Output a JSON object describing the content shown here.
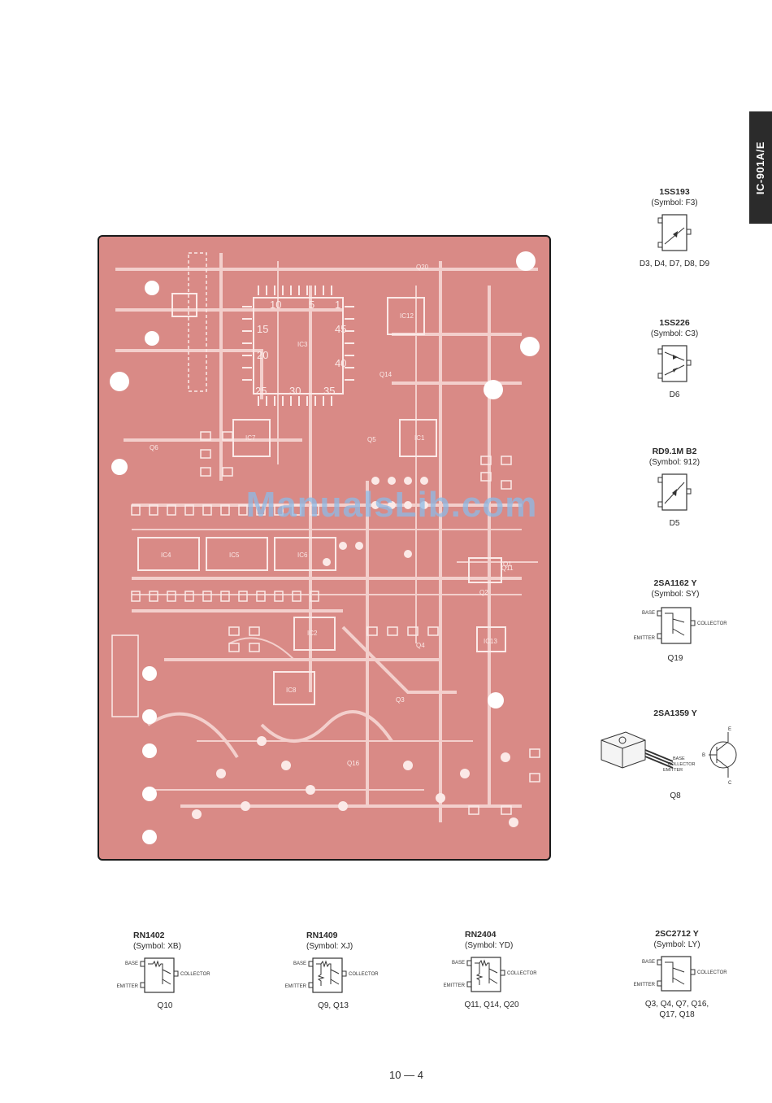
{
  "side_tab": "IC-901A/E",
  "watermark": "ManualsLib.com",
  "page_number": "10 — 4",
  "board_labels": {
    "ic_pin_10": "10",
    "ic_pin_5": "5",
    "ic_pin_1": "1",
    "ic_pin_15": "15",
    "ic_pin_20": "20",
    "ic_pin_45": "45",
    "ic_pin_40": "40",
    "ic_pin_25": "25",
    "ic_pin_30": "30",
    "ic_pin_35": "35",
    "ic3": "IC3",
    "ic4": "IC4",
    "ic5": "IC5",
    "ic6": "IC6",
    "ic1": "IC1",
    "ic2": "IC2",
    "ic7": "IC7",
    "ic8": "IC8",
    "ic12": "IC12",
    "ic13": "IC13",
    "q1": "Q1",
    "q2": "Q2",
    "q3": "Q3",
    "q4": "Q4",
    "q5": "Q5",
    "q6": "Q6",
    "q11": "Q11",
    "q14": "Q14",
    "q16": "Q16",
    "q20": "Q20"
  },
  "parts": {
    "p1ss193": {
      "name": "1SS193",
      "symbol": "(Symbol: F3)",
      "refs": "D3, D4, D7, D8, D9"
    },
    "p1ss226": {
      "name": "1SS226",
      "symbol": "(Symbol: C3)",
      "refs": "D6"
    },
    "prd91m": {
      "name": "RD9.1M B2",
      "symbol": "(Symbol: 912)",
      "refs": "D5"
    },
    "p2sa1162": {
      "name": "2SA1162 Y",
      "symbol": "(Symbol: SY)",
      "refs": "Q19",
      "base": "BASE",
      "collector": "COLLECTOR",
      "emitter": "EMITTER"
    },
    "p2sa1359": {
      "name": "2SA1359 Y",
      "refs": "Q8",
      "base": "BASE",
      "collector": "COLLECTOR",
      "emitter": "EMITTER",
      "e": "E",
      "b": "B",
      "c": "C"
    },
    "prn1402": {
      "name": "RN1402",
      "symbol": "(Symbol: XB)",
      "refs": "Q10",
      "base": "BASE",
      "collector": "COLLECTOR",
      "emitter": "EMITTER"
    },
    "prn1409": {
      "name": "RN1409",
      "symbol": "(Symbol: XJ)",
      "refs": "Q9, Q13",
      "base": "BASE",
      "collector": "COLLECTOR",
      "emitter": "EMITTER"
    },
    "prn2404": {
      "name": "RN2404",
      "symbol": "(Symbol: YD)",
      "refs": "Q11, Q14, Q20",
      "base": "BASE",
      "collector": "COLLECTOR",
      "emitter": "EMITTER"
    },
    "p2sc2712": {
      "name": "2SC2712 Y",
      "symbol": "(Symbol: LY)",
      "refs1": "Q3, Q4, Q7, Q16,",
      "refs2": "Q17, Q18",
      "base": "BASE",
      "collector": "COLLECTOR",
      "emitter": "EMITTER"
    }
  },
  "colors": {
    "board": "#d98a86",
    "trace": "#f3cfcc",
    "pad": "#fbe9e7",
    "outline": "#1a1a1a",
    "tab": "#2b2b2b"
  }
}
